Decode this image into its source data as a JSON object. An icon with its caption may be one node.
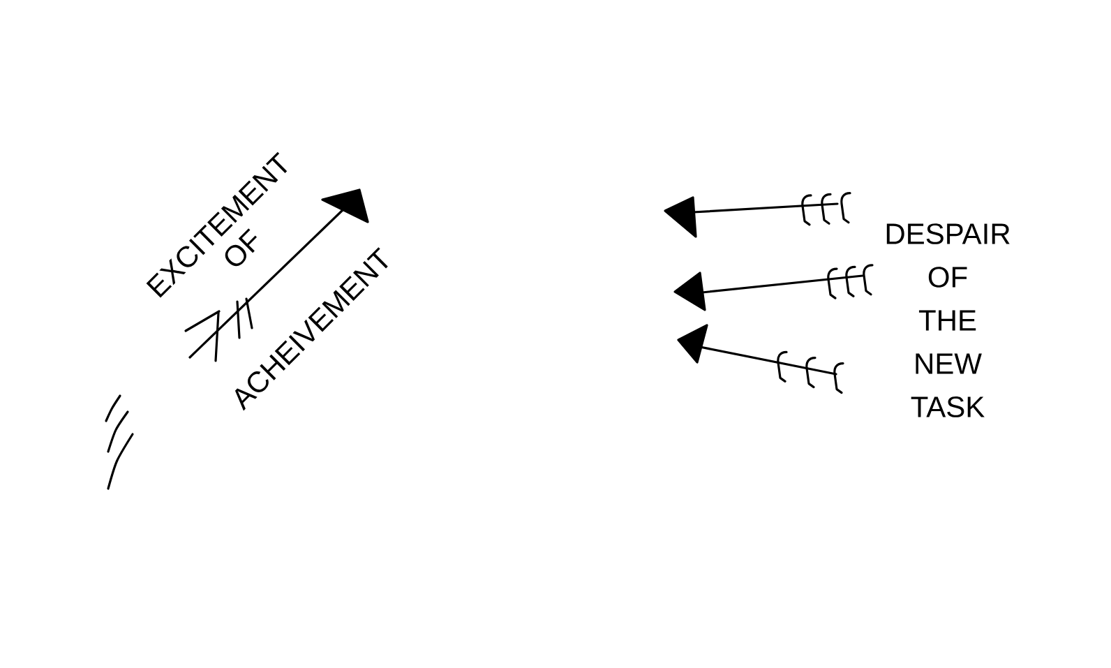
{
  "diagram": {
    "labels": [
      "EXCITEMENT OF",
      "ACHEIVEMENT",
      "DESPAIR OF THE NEW TASK"
    ]
  }
}
